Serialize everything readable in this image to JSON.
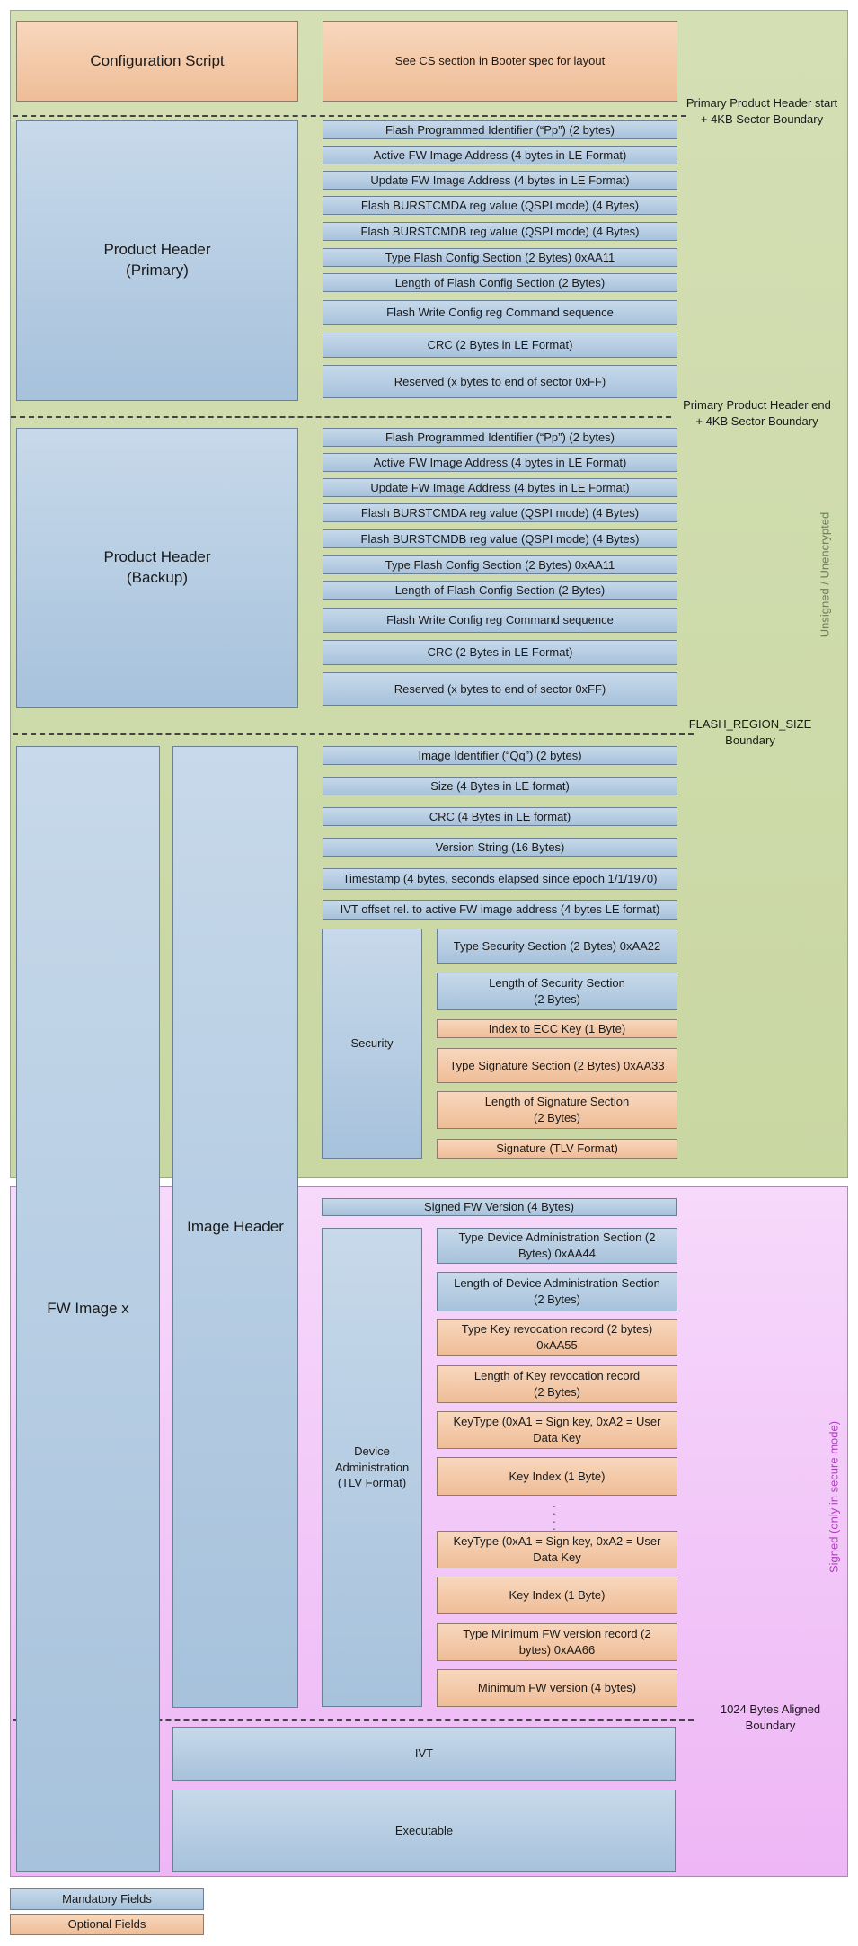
{
  "config": {
    "title": "Configuration Script",
    "note": "See CS section in Booter spec for layout"
  },
  "primary": {
    "title": "Product Header\n(Primary)",
    "fields": [
      "Flash Programmed Identifier (“Pp”) (2 bytes)",
      "Active FW Image Address (4 bytes in LE Format)",
      "Update FW Image Address (4 bytes in LE Format)",
      "Flash BURSTCMDA reg value (QSPI mode) (4 Bytes)",
      "Flash BURSTCMDB reg value (QSPI mode) (4 Bytes)",
      "Type Flash Config Section (2 Bytes) 0xAA11",
      "Length of Flash Config Section (2 Bytes)",
      "Flash Write Config reg Command sequence",
      "CRC (2 Bytes in LE Format)",
      "Reserved (x bytes to end of sector 0xFF)"
    ]
  },
  "backup": {
    "title": "Product Header\n(Backup)",
    "fields": [
      "Flash Programmed Identifier (“Pp”) (2 bytes)",
      "Active FW Image Address (4 bytes in LE Format)",
      "Update FW Image Address (4 bytes in LE Format)",
      "Flash BURSTCMDA reg value (QSPI mode) (4 Bytes)",
      "Flash BURSTCMDB reg value (QSPI mode) (4 Bytes)",
      "Type Flash Config Section (2 Bytes) 0xAA11",
      "Length of Flash Config Section (2 Bytes)",
      "Flash Write Config reg Command sequence",
      "CRC (2 Bytes in LE Format)",
      "Reserved (x bytes to end of sector 0xFF)"
    ]
  },
  "boundaries": {
    "primary_start": "Primary Product Header start\n+ 4KB Sector Boundary",
    "primary_end": "Primary Product Header end\n+ 4KB Sector Boundary",
    "flash_region": "FLASH_REGION_SIZE\nBoundary",
    "aligned": "1024 Bytes Aligned\nBoundary"
  },
  "side_labels": {
    "unsigned": "Unsigned / Unencrypted",
    "signed": "Signed (only in secure mode)"
  },
  "fw_image": "FW Image x",
  "image_header": {
    "title": "Image Header",
    "fields": [
      "Image Identifier (“Qq”) (2 bytes)",
      "Size (4 Bytes in LE format)",
      "CRC (4 Bytes in LE format)",
      "Version String (16 Bytes)",
      "Timestamp (4 bytes, seconds elapsed since epoch 1/1/1970)",
      "IVT offset rel. to active FW image address (4 bytes LE format)"
    ],
    "signed_fw_version": "Signed FW Version (4 Bytes)"
  },
  "security": {
    "title": "Security",
    "fields": [
      {
        "text": "Type Security Section (2 Bytes) 0xAA22",
        "optional": false
      },
      {
        "text": "Length of Security Section\n(2 Bytes)",
        "optional": false
      },
      {
        "text": "Index to ECC Key (1 Byte)",
        "optional": true
      },
      {
        "text": "Type Signature Section (2 Bytes) 0xAA33",
        "optional": true
      },
      {
        "text": "Length of Signature Section\n(2 Bytes)",
        "optional": true
      },
      {
        "text": "Signature (TLV Format)",
        "optional": true
      }
    ]
  },
  "device_admin": {
    "title": "Device\nAdministration\n(TLV Format)",
    "fields": [
      {
        "text": "Type Device Administration Section (2\nBytes) 0xAA44",
        "optional": false
      },
      {
        "text": "Length of Device Administration Section\n(2 Bytes)",
        "optional": false
      },
      {
        "text": "Type Key revocation record (2 bytes)\n0xAA55",
        "optional": true
      },
      {
        "text": "Length of Key revocation record\n(2 Bytes)",
        "optional": true
      },
      {
        "text": "KeyType (0xA1 = Sign key, 0xA2 = User\nData Key",
        "optional": true
      },
      {
        "text": "Key Index (1 Byte)",
        "optional": true
      },
      {
        "text": "KeyType (0xA1 = Sign key, 0xA2 = User\nData Key",
        "optional": true
      },
      {
        "text": "Key Index (1 Byte)",
        "optional": true
      },
      {
        "text": "Type Minimum FW version record (2\nbytes) 0xAA66",
        "optional": true
      },
      {
        "text": "Minimum FW version (4 bytes)",
        "optional": true
      }
    ]
  },
  "ivt": "IVT",
  "executable": "Executable",
  "legend": {
    "mandatory": "Mandatory Fields",
    "optional": "Optional Fields"
  },
  "colors": {
    "mandatory": "#b4cce3",
    "optional": "#f4c9a8",
    "unsigned_region": "#cfdbad",
    "signed_region": "#f2c6f8",
    "signed_label": "#b040c0"
  }
}
